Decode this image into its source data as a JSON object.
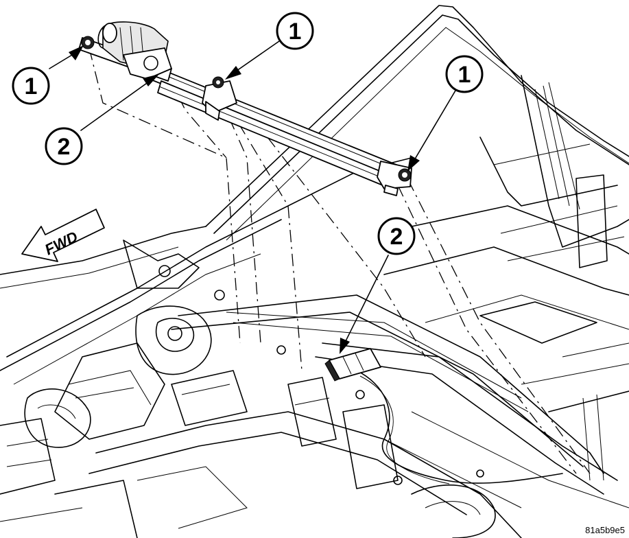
{
  "callouts": [
    {
      "id": "c1a",
      "label": "1"
    },
    {
      "id": "c1b",
      "label": "1"
    },
    {
      "id": "c1c",
      "label": "1"
    },
    {
      "id": "c2a",
      "label": "2"
    },
    {
      "id": "c2b",
      "label": "2"
    }
  ],
  "direction_label": "FWD",
  "figure_id": "81a5b9e5"
}
